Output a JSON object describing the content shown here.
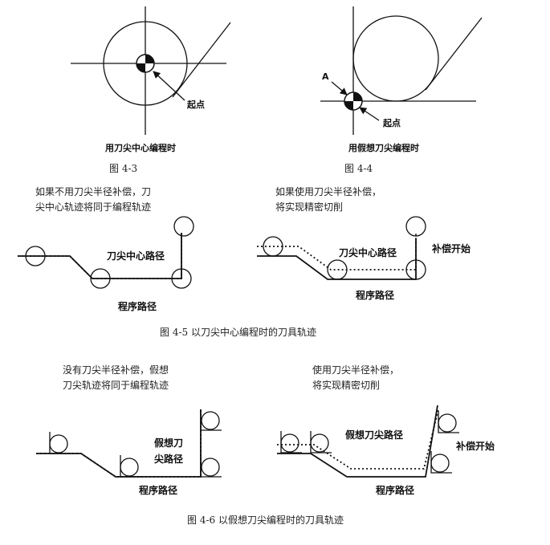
{
  "fig43": {
    "start_label": "起点",
    "subtitle": "用刀尖中心编程时",
    "caption": "图 4-3"
  },
  "fig44": {
    "point_a": "A",
    "start_label": "起点",
    "subtitle": "用假想刀尖编程时",
    "caption": "图 4-4"
  },
  "fig45": {
    "note_left_1": "如果不用刀尖半径补偿，刀",
    "note_left_2": "尖中心轨迹将同于编程轨迹",
    "note_right_1": "如果使用刀尖半径补偿，",
    "note_right_2": "将实现精密切削",
    "left_center_path": "刀尖中心路径",
    "left_program_path": "程序路径",
    "right_center_path": "刀尖中心路径",
    "right_comp_start": "补偿开始",
    "right_program_path": "程序路径",
    "caption": "图 4-5    以刀尖中心编程时的刀具轨迹"
  },
  "fig46": {
    "note_left_1": "没有刀尖半径补偿，假想",
    "note_left_2": "刀尖轨迹将同于编程轨迹",
    "note_right_1": "使用刀尖半径补偿，",
    "note_right_2": "将实现精密切削",
    "left_tip_path_1": "假想刀",
    "left_tip_path_2": "尖路径",
    "left_program_path": "程序路径",
    "right_tip_path": "假想刀尖路径",
    "right_comp_start": "补偿开始",
    "right_program_path": "程序路径",
    "caption": "图 4-6  以假想刀尖编程时的刀具轨迹"
  }
}
